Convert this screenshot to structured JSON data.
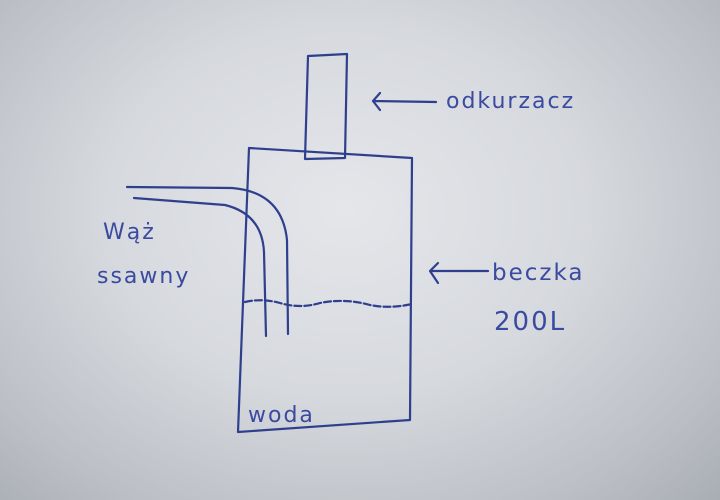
{
  "labels": {
    "vacuum": "odkurzacz",
    "hose_line1": "Wąż",
    "hose_line2": "ssawny",
    "barrel_line1": "beczka",
    "barrel_line2": "200L",
    "water": "woda"
  },
  "colors": {
    "ink": "#2f3f8e",
    "paper": "#d8dbe0"
  }
}
